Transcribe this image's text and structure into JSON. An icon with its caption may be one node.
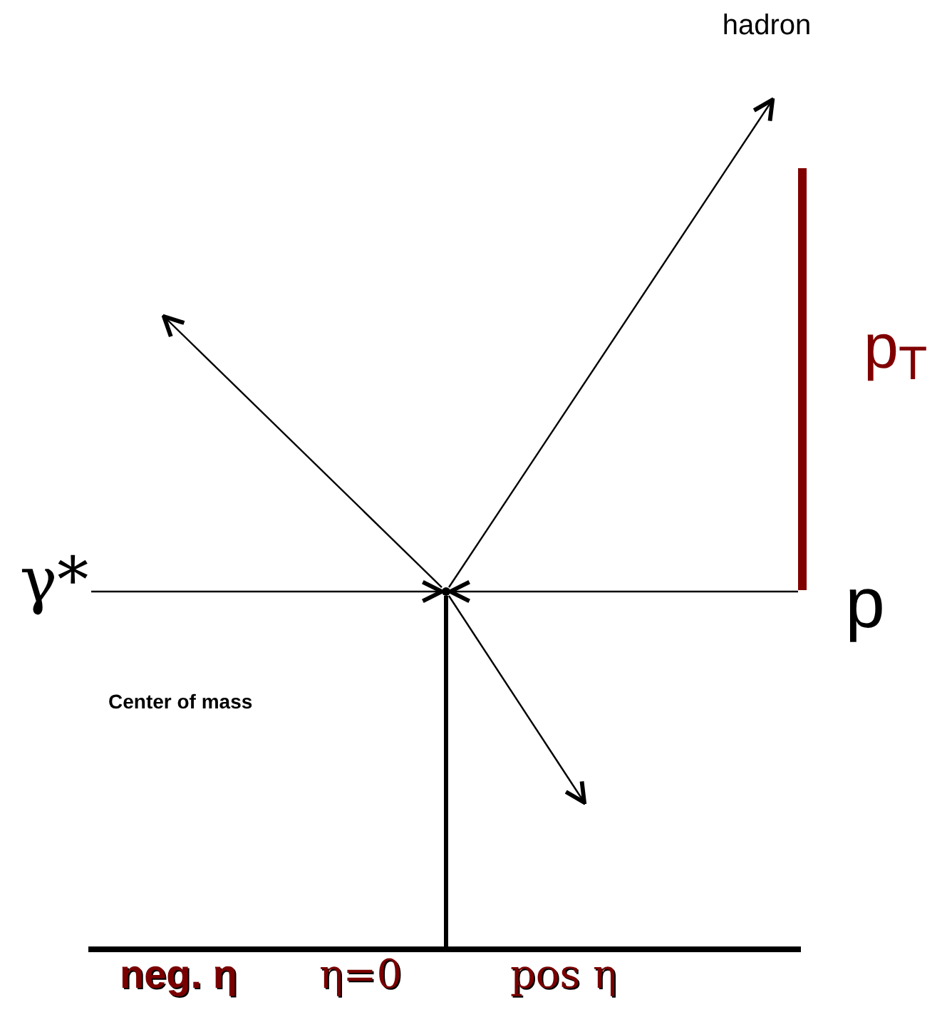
{
  "diagram": {
    "nodes": [
      {
        "text": [
          "γ*"
        ]
      },
      {
        "text": [
          "p"
        ]
      },
      {
        "text": [
          "hadron"
        ]
      },
      {
        "text": [],
        "shape": "point"
      }
    ],
    "edges": [
      {
        "from": 0,
        "to": 3,
        "arrow": "to"
      },
      {
        "from": 1,
        "to": 3,
        "arrow": "to"
      },
      {
        "from": 3,
        "to": 2,
        "arrow": "to"
      },
      {
        "from": 3,
        "to": null,
        "arrow": "to"
      },
      {
        "from": 3,
        "to": null,
        "arrow": "to"
      }
    ],
    "labels": [
      "p$_{T}$",
      "Center of mass",
      "neg. η",
      "η=0",
      "pos η"
    ]
  }
}
